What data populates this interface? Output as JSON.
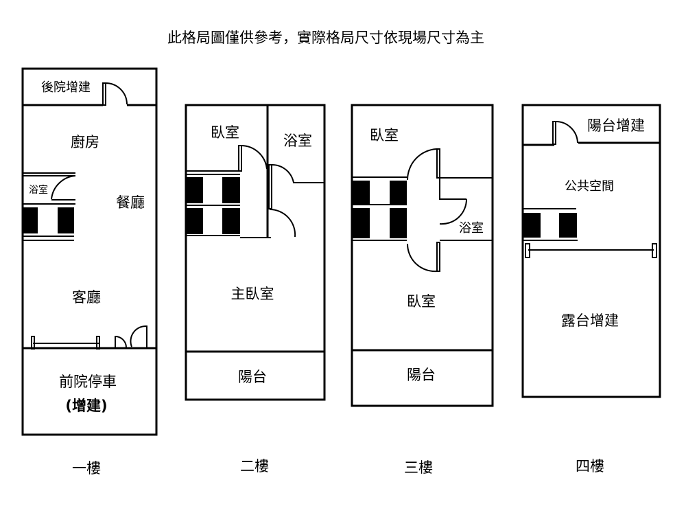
{
  "title": "此格局圖僅供參考，實際格局尺寸依現場尺寸為主",
  "floors": [
    {
      "label": "一樓",
      "rooms": [
        "後院增建",
        "廚房",
        "浴室",
        "餐廳",
        "客廳",
        "前院停車",
        "(增建)"
      ]
    },
    {
      "label": "二樓",
      "rooms": [
        "臥室",
        "浴室",
        "主臥室",
        "陽台"
      ]
    },
    {
      "label": "三樓",
      "rooms": [
        "臥室",
        "浴室",
        "臥室",
        "陽台"
      ]
    },
    {
      "label": "四樓",
      "rooms": [
        "陽台增建",
        "公共空間",
        "露台增建"
      ]
    }
  ]
}
